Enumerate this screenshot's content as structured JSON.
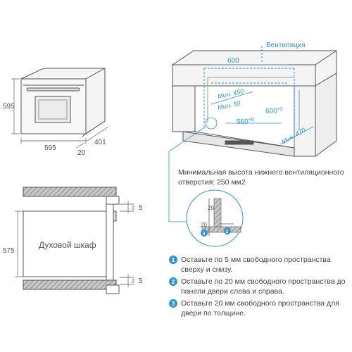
{
  "oven_front": {
    "height_label": "595",
    "width_label": "595",
    "depth_label": "401",
    "door_depth_label": "20"
  },
  "niche": {
    "width_label": "600",
    "ventilation_label": "Вентиляция",
    "min_450_label": "Мин. 450",
    "min_50_label": "Мин. 50",
    "height_label": "600",
    "height_sup": "+2",
    "inner_width_label": "560",
    "inner_width_sup": "+8",
    "depth_label": "Мин. 470",
    "min_vent_text": "Минимальная высота нижнего вентиляционного отверстия: 250 мм2"
  },
  "detail": {
    "gap_20_a": "20",
    "gap_20_b": "20",
    "badge_3": "3",
    "badge_2": "2"
  },
  "side_view": {
    "cabinet_label": "Духовой шкаф",
    "height_label": "575",
    "top_gap_label": "5",
    "bottom_gap_label": "5"
  },
  "notes": [
    {
      "badge": "1",
      "text": "Оставьте по 5 мм свободного пространства сверху и снизу."
    },
    {
      "badge": "2",
      "text": "Оставьте по 20 мм свободного пространства до панели двери слева и справа."
    },
    {
      "badge": "3",
      "text": "Оставьте 20 мм свободного пространства для двери по толщине."
    }
  ],
  "colors": {
    "accent": "#2f93d1",
    "line": "#555555",
    "hatch": "#8a8a8a"
  }
}
